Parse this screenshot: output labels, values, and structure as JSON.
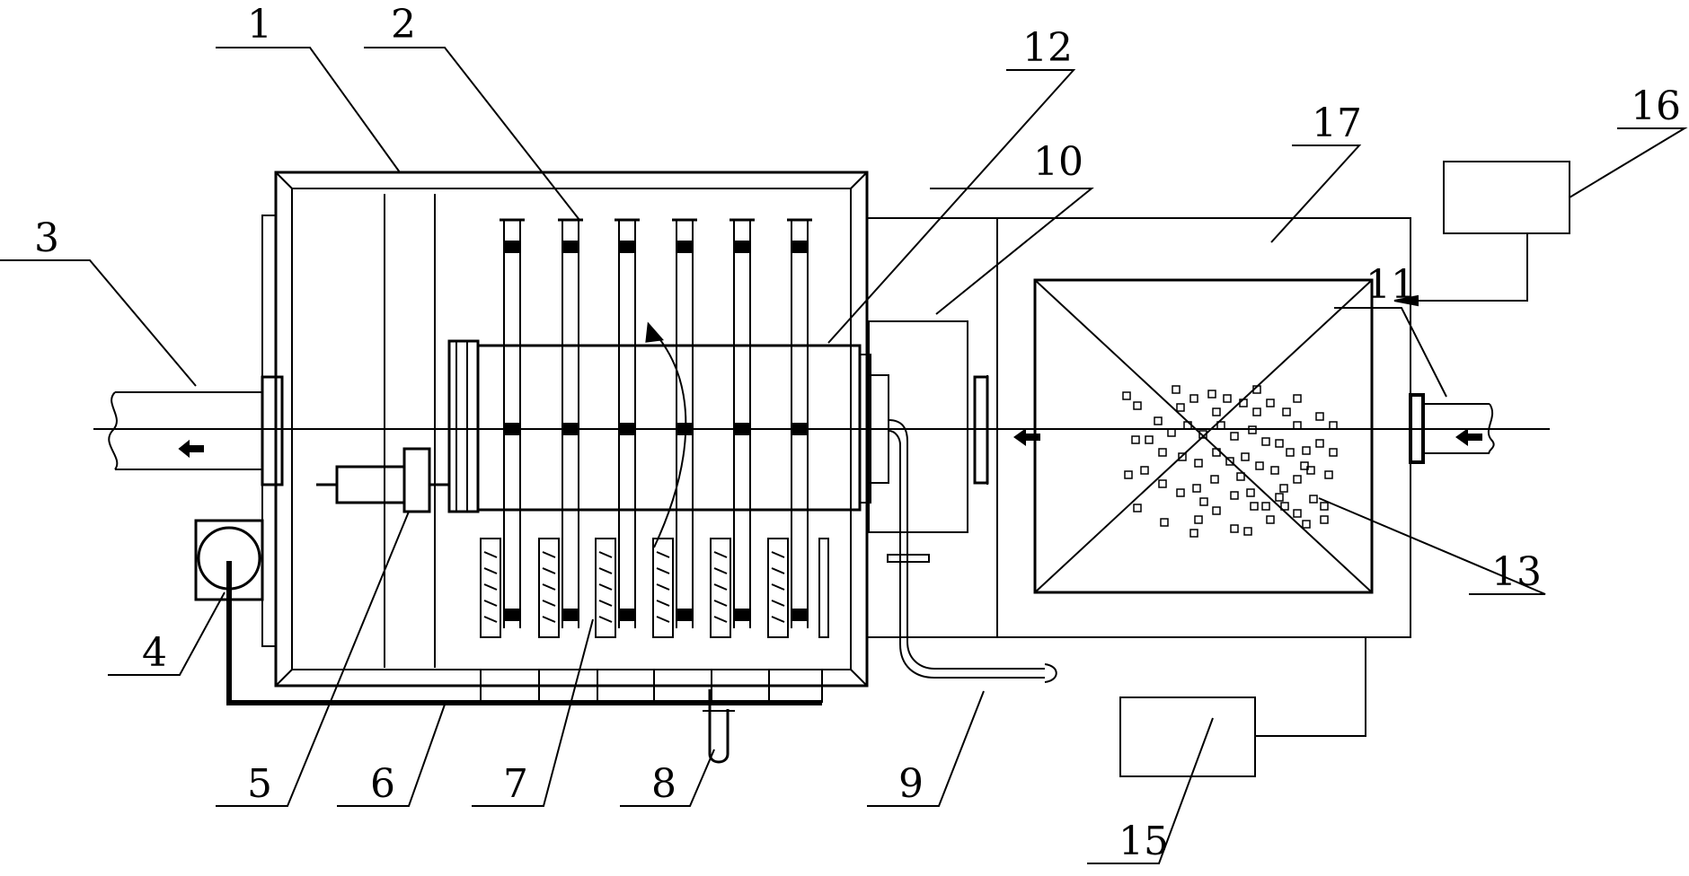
{
  "labels": [
    "1",
    "2",
    "3",
    "4",
    "5",
    "6",
    "7",
    "8",
    "9",
    "10",
    "11",
    "12",
    "13",
    "15",
    "16",
    "17"
  ],
  "colors": {
    "line": "#000000",
    "background": "#ffffff"
  }
}
